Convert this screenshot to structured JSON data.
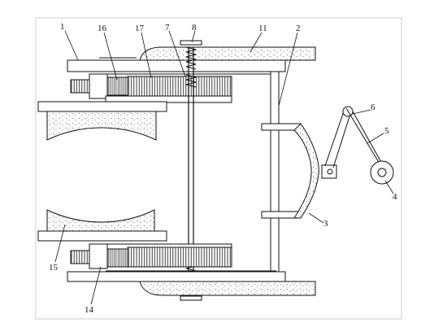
{
  "labels": {
    "l1": "1",
    "l16": "16",
    "l17": "17",
    "l7": "7",
    "l8": "8",
    "l11": "11",
    "l2": "2",
    "l6": "6",
    "l5": "5",
    "l4": "4",
    "l3": "3",
    "l15": "15",
    "l14": "14"
  }
}
